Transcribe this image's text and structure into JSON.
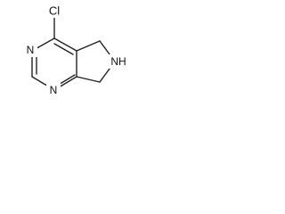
{
  "molecule": {
    "atoms": {
      "cl": "Cl",
      "n_upper": "N",
      "n_lower": "N",
      "nh": "NH"
    }
  }
}
